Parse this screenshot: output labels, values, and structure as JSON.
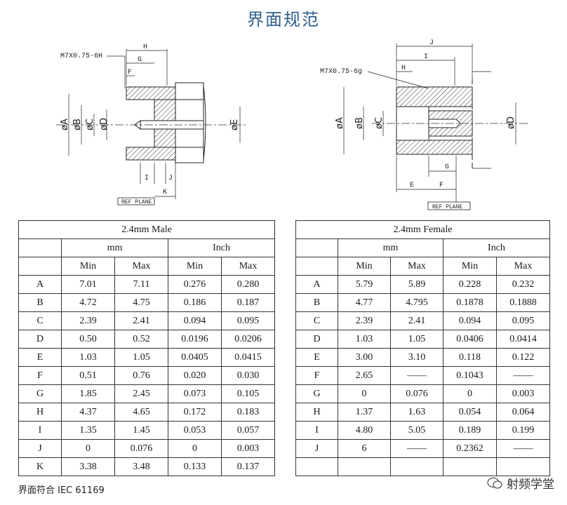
{
  "page_title": "界面规范",
  "male_drawing": {
    "thread": "M7X0.75-6H",
    "labels": [
      "H",
      "G",
      "F",
      "I",
      "J",
      "K",
      "øA",
      "øB",
      "øC",
      "øD",
      "øE"
    ],
    "ref_plane": "REF PLANE"
  },
  "female_drawing": {
    "thread": "M7X0.75-6g",
    "labels": [
      "J",
      "I",
      "H",
      "G",
      "E",
      "F",
      "øA",
      "øB",
      "øC",
      "øD"
    ],
    "ref_plane": "REF PLANE"
  },
  "male_table": {
    "title": "2.4mm Male",
    "unit_mm": "mm",
    "unit_inch": "Inch",
    "cols": [
      "Min",
      "Max",
      "Min",
      "Max"
    ],
    "rows": [
      [
        "A",
        "7.01",
        "7.11",
        "0.276",
        "0.280"
      ],
      [
        "B",
        "4.72",
        "4.75",
        "0.186",
        "0.187"
      ],
      [
        "C",
        "2.39",
        "2.41",
        "0.094",
        "0.095"
      ],
      [
        "D",
        "0.50",
        "0.52",
        "0.0196",
        "0.0206"
      ],
      [
        "E",
        "1.03",
        "1.05",
        "0.0405",
        "0.0415"
      ],
      [
        "F",
        "0.51",
        "0.76",
        "0.020",
        "0.030"
      ],
      [
        "G",
        "1.85",
        "2.45",
        "0.073",
        "0.105"
      ],
      [
        "H",
        "4.37",
        "4.65",
        "0.172",
        "0.183"
      ],
      [
        "I",
        "1.35",
        "1.45",
        "0.053",
        "0.057"
      ],
      [
        "J",
        "0",
        "0.076",
        "0",
        "0.003"
      ],
      [
        "K",
        "3.38",
        "3.48",
        "0.133",
        "0.137"
      ]
    ]
  },
  "female_table": {
    "title": "2.4mm Female",
    "unit_mm": "mm",
    "unit_inch": "Inch",
    "cols": [
      "Min",
      "Max",
      "Min",
      "Max"
    ],
    "rows": [
      [
        "A",
        "5.79",
        "5.89",
        "0.228",
        "0.232"
      ],
      [
        "B",
        "4.77",
        "4.795",
        "0.1878",
        "0.1888"
      ],
      [
        "C",
        "2.39",
        "2.41",
        "0.094",
        "0.095"
      ],
      [
        "D",
        "1.03",
        "1.05",
        "0.0406",
        "0.0414"
      ],
      [
        "E",
        "3.00",
        "3.10",
        "0.118",
        "0.122"
      ],
      [
        "F",
        "2.65",
        "——",
        "0.1043",
        "——"
      ],
      [
        "G",
        "0",
        "0.076",
        "0",
        "0.003"
      ],
      [
        "H",
        "1.37",
        "1.63",
        "0.054",
        "0.064"
      ],
      [
        "I",
        "4.80",
        "5.05",
        "0.189",
        "0.199"
      ],
      [
        "J",
        "6",
        "——",
        "0.2362",
        "——"
      ],
      [
        "",
        "",
        "",
        "",
        ""
      ]
    ]
  },
  "footer": "界面符合  IEC 61169",
  "watermark": "射频学堂"
}
